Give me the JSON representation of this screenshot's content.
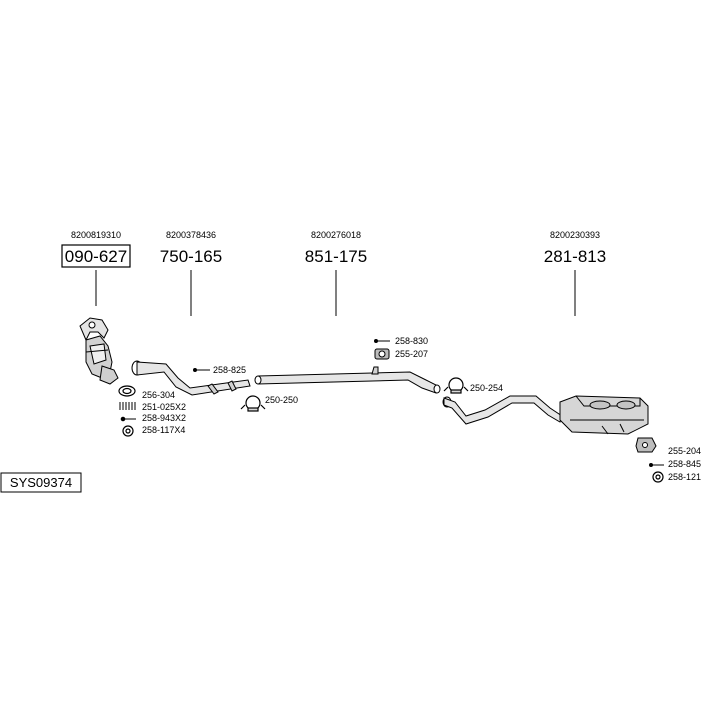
{
  "main_parts": [
    {
      "oem": "8200819310",
      "part_no": "090-627",
      "boxed": true
    },
    {
      "oem": "8200378436",
      "part_no": "750-165",
      "boxed": false
    },
    {
      "oem": "8200276018",
      "part_no": "851-175",
      "boxed": false
    },
    {
      "oem": "8200230393",
      "part_no": "281-813",
      "boxed": false
    }
  ],
  "accessories": {
    "a258_825": "258-825",
    "a256_304": "256-304",
    "a251_025": "251-025X2",
    "a258_943": "258-943X2",
    "a258_117": "258-117X4",
    "a250_250": "250-250",
    "a258_830": "258-830",
    "a255_207": "255-207",
    "a250_254": "250-254",
    "a255_204": "255-204",
    "a258_845": "258-845",
    "a258_121": "258-121"
  },
  "system_code": "SYS09374"
}
